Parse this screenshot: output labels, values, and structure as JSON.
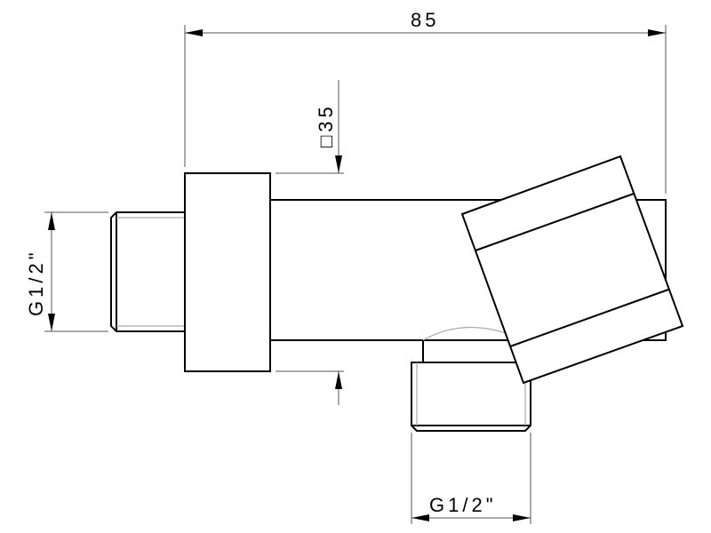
{
  "drawing": {
    "dimensions": {
      "overall_length": "85",
      "square_size": "□35",
      "inlet_thread": "G1/2\"",
      "outlet_thread": "G1/2\""
    },
    "colors": {
      "line": "#000000",
      "hidden": "#aaaaaa"
    }
  }
}
